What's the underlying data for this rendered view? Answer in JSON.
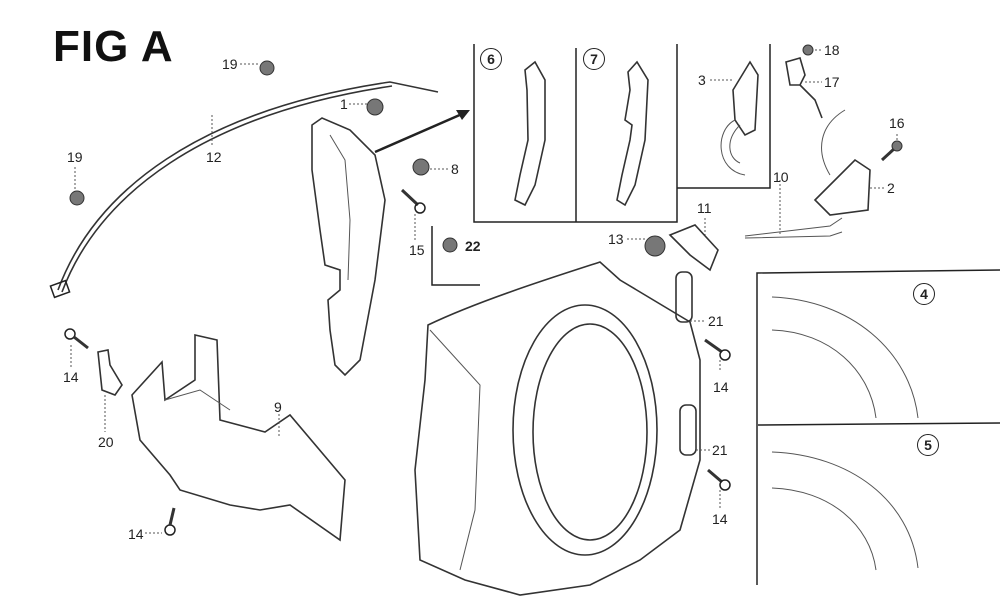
{
  "figure": {
    "title": "FIG A",
    "type": "exploded parts diagram"
  },
  "callouts": {
    "c19_top": "19",
    "c19_left": "19",
    "c12": "12",
    "c1": "1",
    "c8": "8",
    "c15": "15",
    "c22": "22",
    "c14_a": "14",
    "c20": "20",
    "c9": "9",
    "c14_b": "14",
    "c3": "3",
    "c18": "18",
    "c17": "17",
    "c16": "16",
    "c2": "2",
    "c10": "10",
    "c11": "11",
    "c13": "13",
    "c21_a": "21",
    "c14_c": "14",
    "c21_b": "21",
    "c14_d": "14"
  },
  "detail_views": {
    "v6": "6",
    "v7": "7",
    "v4": "4",
    "v5": "5"
  }
}
